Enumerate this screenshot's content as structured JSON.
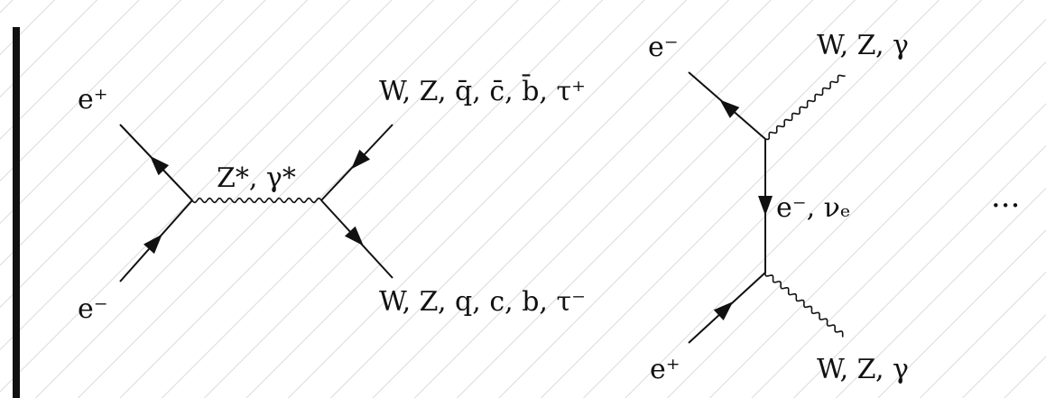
{
  "diagram_left": {
    "incoming_top_label": "e⁺",
    "incoming_bottom_label": "e⁻",
    "propagator_label": "Z*, γ*",
    "outgoing_top_label": "W, Z, q̄, c̄, b̄, τ⁺",
    "outgoing_bottom_label": "W, Z, q, c, b, τ⁻"
  },
  "diagram_right": {
    "incoming_top_label": "e⁻",
    "outgoing_top_label": "W, Z, γ",
    "propagator_label": "e⁻, νₑ",
    "incoming_bottom_label": "e⁺",
    "outgoing_bottom_label": "W, Z, γ"
  },
  "ellipsis": "···"
}
